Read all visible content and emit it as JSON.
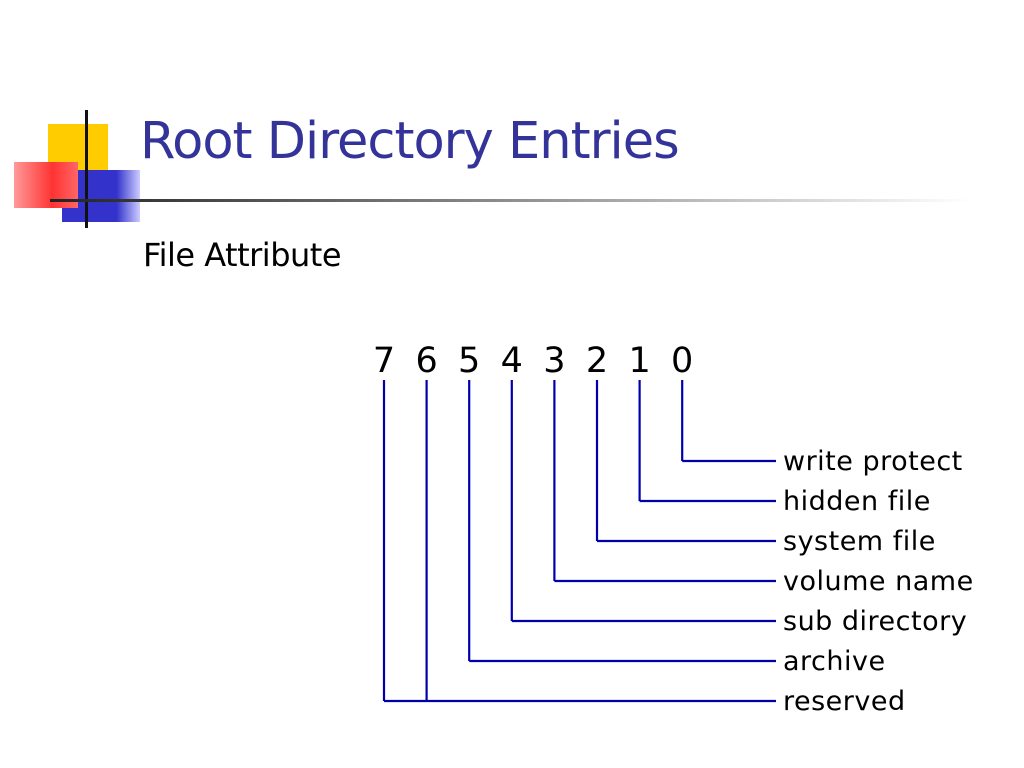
{
  "slide": {
    "title": "Root Directory Entries",
    "subtitle": "File Attribute"
  },
  "colors": {
    "title": "#333399",
    "wire": "#0000aa",
    "deco_yellow": "#ffcc00",
    "deco_red": "#ff3333",
    "deco_blue": "#3333cc"
  },
  "diagram": {
    "bits": [
      "7",
      "6",
      "5",
      "4",
      "3",
      "2",
      "1",
      "0"
    ],
    "attributes": [
      {
        "label": "write protect",
        "bit": "0"
      },
      {
        "label": "hidden file",
        "bit": "1"
      },
      {
        "label": "system file",
        "bit": "2"
      },
      {
        "label": "volume name",
        "bit": "3"
      },
      {
        "label": "sub directory",
        "bit": "4"
      },
      {
        "label": "archive",
        "bit": "5"
      },
      {
        "label": "reserved",
        "bit": "6"
      },
      {
        "label": "reserved",
        "bit": "7"
      }
    ]
  }
}
